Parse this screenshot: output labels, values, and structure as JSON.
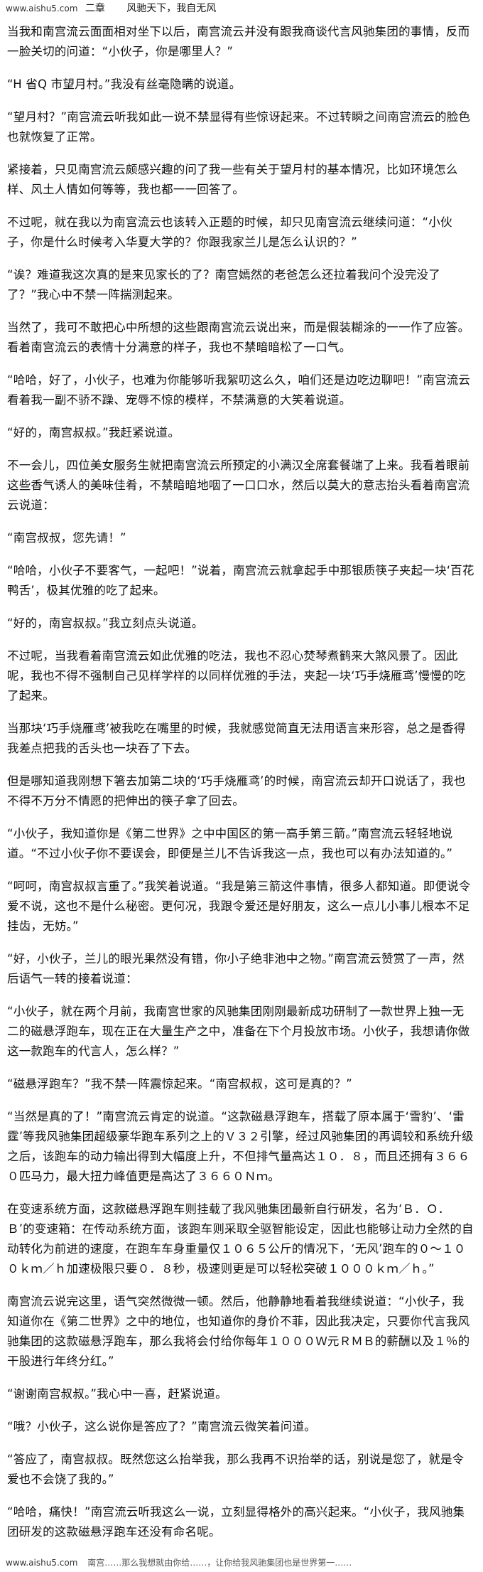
{
  "header": {
    "watermark": "www.aishu5.com",
    "chapter": "二章",
    "title": "风驰天下，我自无风"
  },
  "paragraphs": [
    "当我和南宫流云面面相对坐下以后，南宫流云并没有跟我商谈代言风驰集团的事情，反而一脸关切的问道：“小伙子，你是哪里人？”",
    "“H 省Q 市望月村。”我没有丝毫隐瞒的说道。",
    "“望月村？”南宫流云听我如此一说不禁显得有些惊讶起来。不过转瞬之间南宫流云的脸色也就恢复了正常。",
    "紧接着，只见南宫流云颇感兴趣的问了我一些有关于望月村的基本情况，比如环境怎么样、风土人情如何等等，我也都一一回答了。",
    "不过呢，就在我以为南宫流云也该转入正题的时候，却只见南宫流云继续问道：“小伙子，你是什么时候考入华夏大学的？你跟我家兰儿是怎么认识的？”",
    "“诶？难道我这次真的是来见家长的了？南宫嫣然的老爸怎么还拉着我问个没完没了了？”我心中不禁一阵揣测起来。",
    "当然了，我可不敢把心中所想的这些跟南宫流云说出来，而是假装糊涂的一一作了应答。看着南宫流云的表情十分满意的样子，我也不禁暗暗松了一口气。",
    "“哈哈，好了，小伙子，也难为你能够听我絮叨这么久，咱们还是边吃边聊吧！”南宫流云看着我一副不骄不躁、宠辱不惊的模样，不禁满意的大笑着说道。",
    "“好的，南宫叔叔。”我赶紧说道。",
    "不一会儿，四位美女服务生就把南宫流云所预定的小满汉全席套餐端了上来。我看着眼前这些香气诱人的美味佳肴，不禁暗暗地咽了一口口水，然后以莫大的意志抬头看着南宫流云说道：",
    "“南宫叔叔，您先请！”",
    "“哈哈，小伙子不要客气，一起吧！”说着，南宫流云就拿起手中那银质筷子夹起一块‘百花鸭舌’，极其优雅的吃了起来。",
    "“好的，南宫叔叔。”我立刻点头说道。",
    "不过呢，当我看着南宫流云如此优雅的吃法，我也不忍心焚琴煮鹤来大煞风景了。因此呢，我也不得不强制自己见样学样的以同样优雅的手法，夹起一块‘巧手烧雁鸢’慢慢的吃了起来。",
    "当那块‘巧手烧雁鸢’被我吃在嘴里的时候，我就感觉简直无法用语言来形容，总之是香得我差点把我的舌头也一块吞了下去。",
    "但是哪知道我刚想下箸去加第二块的‘巧手烧雁鸢’的时候，南宫流云却开口说话了，我也不得不万分不情愿的把伸出的筷子拿了回去。",
    "“小伙子，我知道你是《第二世界》之中中国区的第一高手第三箭。”南宫流云轻轻地说道。“不过小伙子你不要误会，即便是兰儿不告诉我这一点，我也可以有办法知道的。”",
    "“呵呵，南宫叔叔言重了。”我笑着说道。“我是第三箭这件事情，很多人都知道。即便说令爱不说，这也不是什么秘密。更何况，我跟令爱还是好朋友，这么一点儿小事儿根本不足挂齿，无妨。”",
    "“好，小伙子，兰儿的眼光果然没有错，你小子绝非池中之物。”南宫流云赞赏了一声，然后语气一转的接着说道：",
    "“小伙子，就在两个月前，我南宫世家的风驰集团刚刚最新成功研制了一款世界上独一无二的磁悬浮跑车，现在正在大量生产之中，准备在下个月投放市场。小伙子，我想请你做这一款跑车的代言人，怎么样？”",
    "“磁悬浮跑车？”我不禁一阵震惊起来。“南宫叔叔，这可是真的？”",
    "“当然是真的了！”南宫流云肯定的说道。“这款磁悬浮跑车，搭载了原本属于‘雪豹’、‘雷霆’等我风驰集团超级豪华跑车系列之上的Ｖ３２引擎，经过风驰集团的再调较和系统升级之后，该跑车的动力输出得到大幅度上升，不但排气量高达１０．８，而且还拥有３６６０匹马力，最大扭力峰值更是高达了３６６０Ｎｍ。",
    "在变速系统方面，这款磁悬浮跑车则挂载了我风驰集团最新自行研发，名为‘Ｂ．Ｏ．Ｂ’的变速箱：在传动系统方面，该跑车则采取全驱智能设定，因此也能够让动力全然的自动转化为前进的速度，在跑车车身重量仅１０６５公斤的情况下，‘无风’跑车的０～１００ｋｍ／ｈ加速极限只要０．８秒，极速则更是可以轻松突破１０００ｋｍ／ｈ。”",
    "南宫流云说完这里，语气突然微微一顿。然后，他静静地看着我继续说道：“小伙子，我知道你在《第二世界》之中的地位，也知道你的身价不菲，因此我决定，只要你代言我风驰集团的这款磁悬浮跑车，那么我将会付给你每年１０００Ｗ元ＲＭＢ的薪酬以及１％的干股进行年终分红。”",
    "“谢谢南宫叔叔。”我心中一喜，赶紧说道。",
    "“哦？小伙子，这么说你是答应了？”南宫流云微笑着问道。",
    "“答应了，南宫叔叔。既然您这么抬举我，那么我再不识抬举的话，别说是您了，就是令爱也不会饶了我的。”",
    "“哈哈，痛快！”南宫流云听我这么一说，立刻显得格外的高兴起来。“小伙子，我风驰集团研发的这款磁悬浮跑车还没有命名呢。"
  ],
  "footer": {
    "watermark": "www.aishu5.com",
    "continuation": "南宫……那么我想就由你给……，让你给我风驰集团也是世界第一……"
  }
}
